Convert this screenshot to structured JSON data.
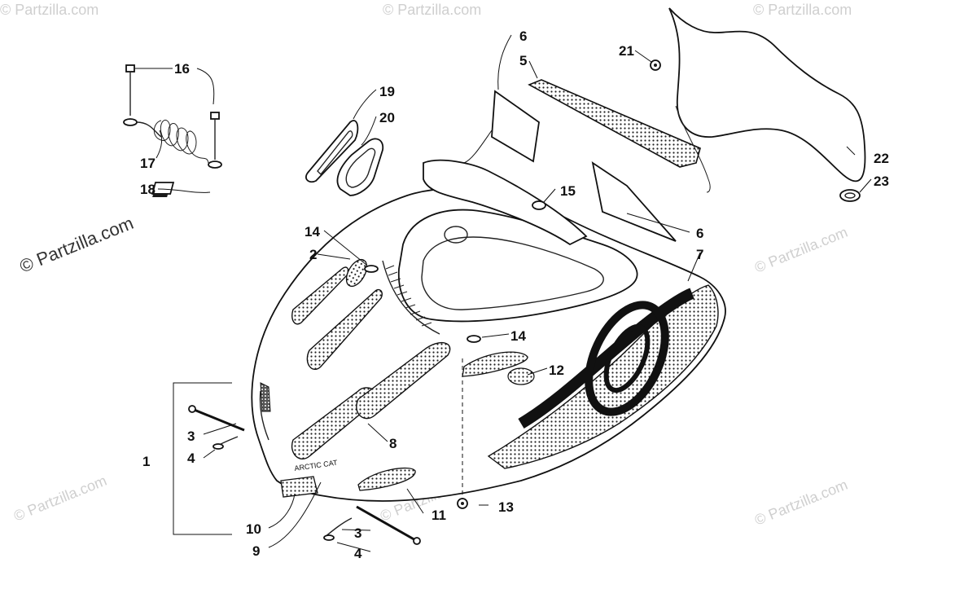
{
  "callouts": {
    "c1": "1",
    "c2": "2",
    "c3a": "3",
    "c3b": "3",
    "c4a": "4",
    "c4b": "4",
    "c5": "5",
    "c6a": "6",
    "c6b": "6",
    "c7": "7",
    "c8": "8",
    "c9": "9",
    "c10": "10",
    "c11": "11",
    "c12": "12",
    "c13": "13",
    "c14a": "14",
    "c14b": "14",
    "c15": "15",
    "c16": "16",
    "c17": "17",
    "c18": "18",
    "c19": "19",
    "c20": "20",
    "c21": "21",
    "c22": "22",
    "c23": "23"
  },
  "watermark": {
    "main": "© Partzilla.com",
    "faint": "© Partzilla.com"
  },
  "decal": {
    "brand": "ARCTIC CAT"
  }
}
